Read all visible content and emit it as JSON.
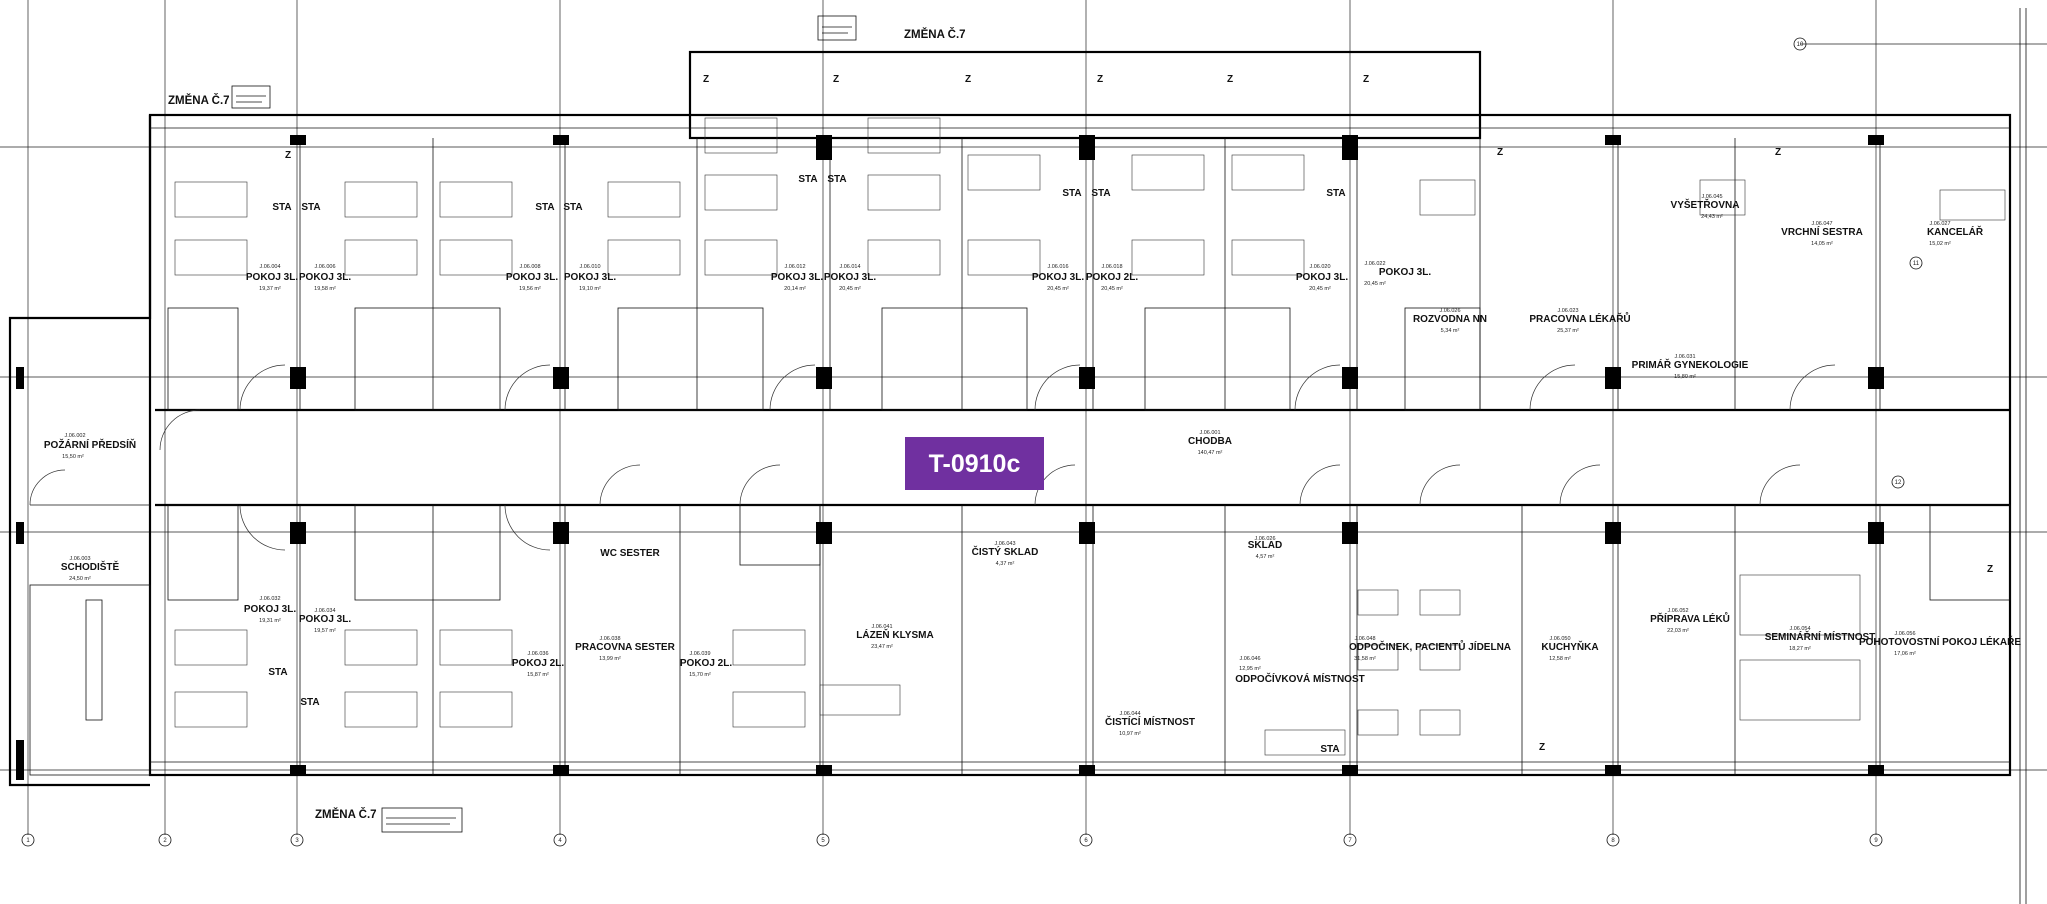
{
  "badge": {
    "label": "T-0910c",
    "color": "#7030a0"
  },
  "change_labels": [
    "ZMĚNA Č.7",
    "ZMĚNA Č.7",
    "ZMĚNA Č.7"
  ],
  "rooms": [
    {
      "id": "r-poz",
      "name": "POŽÁRNÍ PŘEDSÍŇ",
      "code": "J.06.002",
      "area": "15,50 m²"
    },
    {
      "id": "r-sch",
      "name": "SCHODIŠTĚ",
      "code": "J.06.003",
      "area": "24,50 m²"
    },
    {
      "id": "r-p1",
      "name": "POKOJ 3L.",
      "code": "J.06.004",
      "area": "19,37 m²"
    },
    {
      "id": "r-p2",
      "name": "POKOJ 3L.",
      "code": "J.06.006",
      "area": "19,58 m²"
    },
    {
      "id": "r-p3",
      "name": "POKOJ 3L.",
      "code": "J.06.008",
      "area": "19,56 m²"
    },
    {
      "id": "r-p4",
      "name": "POKOJ 3L.",
      "code": "J.06.010",
      "area": "19,10 m²"
    },
    {
      "id": "r-p5",
      "name": "POKOJ 3L.",
      "code": "J.06.012",
      "area": "20,14 m²"
    },
    {
      "id": "r-p6",
      "name": "POKOJ 3L.",
      "code": "J.06.014",
      "area": "20,45 m²"
    },
    {
      "id": "r-p7",
      "name": "POKOJ 3L.",
      "code": "J.06.016",
      "area": "20,45 m²"
    },
    {
      "id": "r-p8",
      "name": "POKOJ 2L.",
      "code": "J.06.018",
      "area": "20,45 m²"
    },
    {
      "id": "r-p9",
      "name": "POKOJ 3L.",
      "code": "J.06.020",
      "area": "20,45 m²"
    },
    {
      "id": "r-p10",
      "name": "POKOJ 3L.",
      "code": "J.06.022",
      "area": "20,45 m²"
    },
    {
      "id": "r-prac1",
      "name": "PRACOVNA LÉKAŘŮ",
      "code": "J.06.023",
      "area": "25,37 m²"
    },
    {
      "id": "r-vys",
      "name": "VYŠETŘOVNA",
      "code": "J.06.045",
      "area": "24,43 m²"
    },
    {
      "id": "r-vrch",
      "name": "VRCHNÍ SESTRA",
      "code": "J.06.047",
      "area": "14,05 m²"
    },
    {
      "id": "r-kanc",
      "name": "KANCELÁŘ",
      "code": "J.06.027",
      "area": "15,02 m²"
    },
    {
      "id": "r-prim",
      "name": "PRIMÁŘ GYNEKOLOGIE",
      "code": "J.06.031",
      "area": "15,80 m²"
    },
    {
      "id": "r-rozv",
      "name": "ROZVODNA NN",
      "code": "J.06.026",
      "area": "5,34 m²"
    },
    {
      "id": "r-chod",
      "name": "CHODBA",
      "code": "J.06.001",
      "area": "140,47 m²"
    },
    {
      "id": "r-p11",
      "name": "POKOJ 3L.",
      "code": "J.06.032",
      "area": "19,31 m²"
    },
    {
      "id": "r-p12",
      "name": "POKOJ 3L.",
      "code": "J.06.034",
      "area": "19,57 m²"
    },
    {
      "id": "r-p13",
      "name": "POKOJ 2L.",
      "code": "J.06.036",
      "area": "15,87 m²"
    },
    {
      "id": "r-wc",
      "name": "WC SESTER",
      "code": "",
      "area": ""
    },
    {
      "id": "r-prac2",
      "name": "PRACOVNA SESTER",
      "code": "J.06.038",
      "area": "13,99 m²"
    },
    {
      "id": "r-p14",
      "name": "POKOJ 2L.",
      "code": "J.06.039",
      "area": "15,70 m²"
    },
    {
      "id": "r-lazne",
      "name": "LÁZEŇ KLYSMA",
      "code": "J.06.041",
      "area": "23,47 m²"
    },
    {
      "id": "r-ciste",
      "name": "ČISTÝ SKLAD",
      "code": "J.06.043",
      "area": "4,37 m²"
    },
    {
      "id": "r-sklad",
      "name": "SKLAD",
      "code": "J.06.026",
      "area": "4,57 m²"
    },
    {
      "id": "r-cist",
      "name": "ČISTÍCÍ MÍSTNOST",
      "code": "J.06.044",
      "area": "10,97 m²"
    },
    {
      "id": "r-odp",
      "name": "ODPOČÍVKOVÁ MÍSTNOST",
      "code": "J.06.046",
      "area": "12,95 m²"
    },
    {
      "id": "r-jid",
      "name": "ODPOČINEK, PACIENTŮ JÍDELNA",
      "code": "J.06.048",
      "area": "31,58 m²"
    },
    {
      "id": "r-kuch",
      "name": "KUCHYŇKA",
      "code": "J.06.050",
      "area": "12,58 m²"
    },
    {
      "id": "r-prip",
      "name": "PŘÍPRAVA LÉKŮ",
      "code": "J.06.052",
      "area": "22,03 m²"
    },
    {
      "id": "r-sem",
      "name": "SEMINÁŘNÍ MÍSTNOST",
      "code": "J.06.054",
      "area": "18,27 m²"
    },
    {
      "id": "r-posk",
      "name": "POHOTOVOSTNÍ POKOJ LÉKAŘE",
      "code": "J.06.056",
      "area": "17,06 m²"
    }
  ],
  "axes": [
    "1",
    "2",
    "3",
    "4",
    "5",
    "6",
    "7",
    "8",
    "9",
    "10",
    "11",
    "12"
  ],
  "sta_label": "STA",
  "z_label": "Z"
}
